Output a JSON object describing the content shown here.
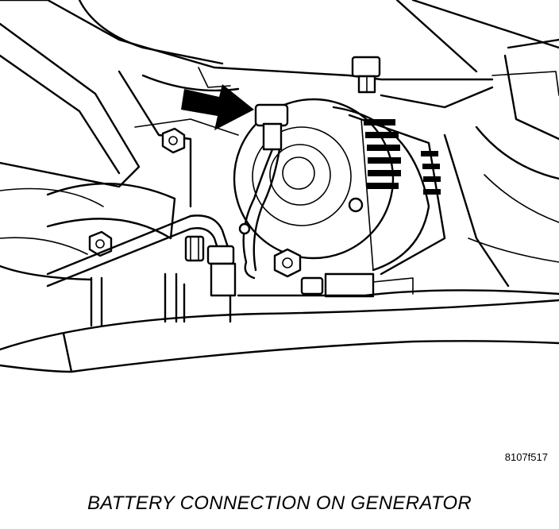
{
  "figure_id": "8107f517",
  "caption": "BATTERY CONNECTION ON GENERATOR",
  "callout": {
    "kind": "arrow",
    "target": "battery-cable-terminal",
    "color": "#000000"
  }
}
